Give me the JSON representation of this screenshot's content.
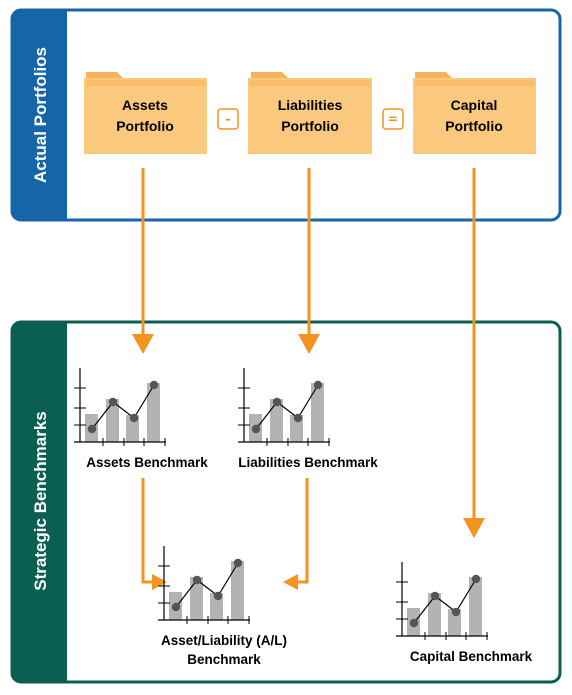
{
  "sections": {
    "actual": {
      "label": "Actual Portfolios",
      "color": "#1565a8"
    },
    "strategic": {
      "label": "Strategic Benchmarks",
      "color": "#0b5e52"
    }
  },
  "folders": [
    {
      "line1": "Assets",
      "line2": "Portfolio"
    },
    {
      "line1": "Liabilities",
      "line2": "Portfolio"
    },
    {
      "line1": "Capital",
      "line2": "Portfolio"
    }
  ],
  "operators": {
    "minus": "–",
    "equals": "="
  },
  "benchmarks": {
    "assets": "Assets Benchmark",
    "liabilities": "Liabilities Benchmark",
    "al_line1": "Asset/Liability (A/L)",
    "al_line2": "Benchmark",
    "capital": "Capital Benchmark"
  },
  "colors": {
    "arrow": "#f4931e",
    "folder_fill": "#fbc97e",
    "folder_tab": "#f7b25a",
    "bar": "#b3b3b3",
    "dot": "#555555"
  },
  "icons": [
    "folder-icon",
    "bar-line-chart-icon",
    "arrow-down-icon",
    "arrow-right-icon",
    "arrow-left-icon"
  ]
}
